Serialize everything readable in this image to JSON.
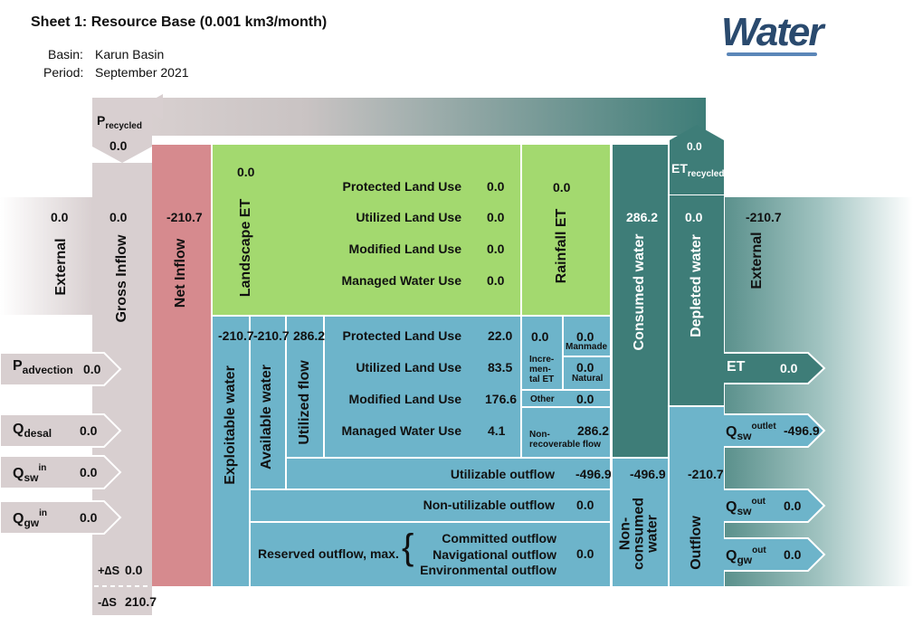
{
  "title": "Sheet 1: Resource Base (0.001 km3/month)",
  "basin_label": "Basin:",
  "basin_value": "Karun Basin",
  "period_label": "Period:",
  "period_value": "September 2021",
  "logo_text": "Water",
  "colors": {
    "green": "#a3d96f",
    "blue": "#6db4ca",
    "teal": "#3e7d78",
    "pink": "#d68a8e",
    "gray": "#d8cfd0"
  },
  "p_recycled": {
    "label_main": "P",
    "label_sub": "recycled",
    "value": "0.0"
  },
  "external_in": {
    "label": "External",
    "value": "0.0"
  },
  "gross_inflow": {
    "label": "Gross Inflow",
    "value": "0.0"
  },
  "net_inflow": {
    "label": "Net Inflow",
    "value": "-210.7"
  },
  "landscape_et": {
    "label": "Landscape ET",
    "value": "0.0",
    "rows": [
      {
        "label": "Protected Land Use",
        "value": "0.0"
      },
      {
        "label": "Utilized Land Use",
        "value": "0.0"
      },
      {
        "label": "Modified Land Use",
        "value": "0.0"
      },
      {
        "label": "Managed Water Use",
        "value": "0.0"
      }
    ]
  },
  "rainfall_et": {
    "label": "Rainfall ET",
    "value": "0.0"
  },
  "consumed_water": {
    "label": "Consumed water",
    "value": "286.2"
  },
  "et_recycled": {
    "label_main": "ET",
    "label_sub": "recycled",
    "value": "0.0"
  },
  "depleted_water": {
    "label": "Depleted water",
    "value": "0.0"
  },
  "external_out": {
    "label": "External",
    "value": "-210.7"
  },
  "exploitable_water": {
    "label": "Exploitable water",
    "value": "-210.7"
  },
  "available_water": {
    "label": "Available water",
    "value": "-210.7"
  },
  "utilized_flow": {
    "label": "Utilized flow",
    "value": "286.2"
  },
  "incremental": {
    "rows": [
      {
        "label": "Protected Land Use",
        "value": "22.0"
      },
      {
        "label": "Utilized Land Use",
        "value": "83.5"
      },
      {
        "label": "Modified Land Use",
        "value": "176.6"
      },
      {
        "label": "Managed Water Use",
        "value": "4.1"
      }
    ]
  },
  "incremental_et": {
    "label": "Incre-\nmen-\ntal ET",
    "value": "0.0"
  },
  "manmade": {
    "label": "Manmade",
    "value": "0.0"
  },
  "natural": {
    "label": "Natural",
    "value": "0.0"
  },
  "other": {
    "label": "Other",
    "value": "0.0"
  },
  "non_recoverable": {
    "label": "Non-\nrecoverable flow",
    "value": "286.2"
  },
  "utilizable_outflow": {
    "label": "Utilizable outflow",
    "value": "-496.9"
  },
  "non_consumed_value": "-496.9",
  "non_consumed_label": "Non-\nconsumed\nwater",
  "outflow": {
    "label": "Outflow",
    "value": "-210.7"
  },
  "non_utilizable_outflow": {
    "label": "Non-utilizable outflow",
    "value": "0.0"
  },
  "reserved_outflow": {
    "label": "Reserved outflow, max.",
    "value": "0.0",
    "items": [
      "Committed outflow",
      "Navigational outflow",
      "Environmental outflow"
    ]
  },
  "inputs": [
    {
      "main": "P",
      "sub": "advection",
      "sup": "",
      "value": "0.0"
    },
    {
      "main": "Q",
      "sub": "desal",
      "sup": "",
      "value": "0.0"
    },
    {
      "main": "Q",
      "sub": "sw",
      "sup": "in",
      "value": "0.0"
    },
    {
      "main": "Q",
      "sub": "gw",
      "sup": "in",
      "value": "0.0"
    }
  ],
  "outputs": [
    {
      "main": "ET",
      "sub": "",
      "sup": "",
      "value": "0.0"
    },
    {
      "main": "Q",
      "sub": "sw",
      "sup": "outlet",
      "value": "-496.9"
    },
    {
      "main": "Q",
      "sub": "sw",
      "sup": "out",
      "value": "0.0"
    },
    {
      "main": "Q",
      "sub": "gw",
      "sup": "out",
      "value": "0.0"
    }
  ],
  "storage": {
    "plus_label": "+∆S",
    "plus_value": "0.0",
    "minus_label": "-∆S",
    "minus_value": "210.7"
  }
}
